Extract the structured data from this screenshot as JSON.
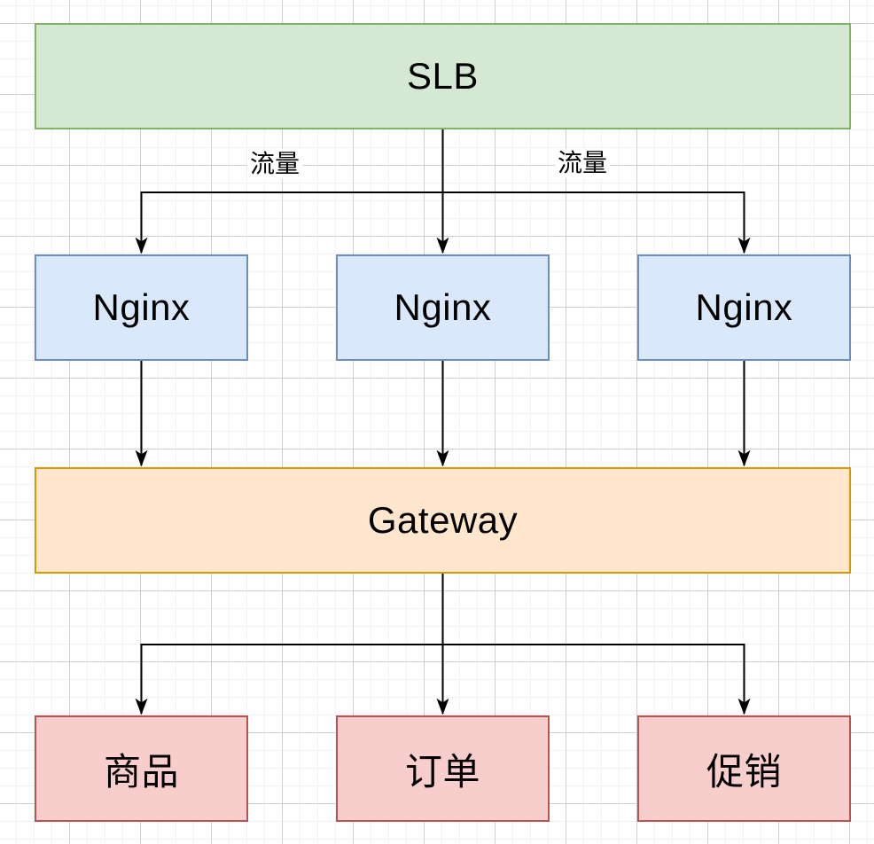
{
  "diagram": {
    "text_color": "#000000",
    "connector_color": "#000000",
    "grid": {
      "minor_color": "#f2f2f2",
      "major_color": "#cfcfcf"
    },
    "nodes": {
      "slb": {
        "label": "SLB",
        "fill": "#d5e8d4",
        "stroke": "#82b366"
      },
      "nginx_left": {
        "label": "Nginx",
        "fill": "#dae8fc",
        "stroke": "#6c8ebf"
      },
      "nginx_middle": {
        "label": "Nginx",
        "fill": "#dae8fc",
        "stroke": "#6c8ebf"
      },
      "nginx_right": {
        "label": "Nginx",
        "fill": "#dae8fc",
        "stroke": "#6c8ebf"
      },
      "gateway": {
        "label": "Gateway",
        "fill": "#ffe6cc",
        "stroke": "#d79b00"
      },
      "product": {
        "label": "商品",
        "fill": "#f8cecc",
        "stroke": "#b85450"
      },
      "order": {
        "label": "订单",
        "fill": "#f8cecc",
        "stroke": "#b85450"
      },
      "promotion": {
        "label": "促销",
        "fill": "#f8cecc",
        "stroke": "#b85450"
      }
    },
    "edge_labels": {
      "left": "流量",
      "right": "流量"
    },
    "edges": [
      {
        "from": "slb",
        "to": "nginx_left",
        "label": "流量"
      },
      {
        "from": "slb",
        "to": "nginx_middle",
        "label": ""
      },
      {
        "from": "slb",
        "to": "nginx_right",
        "label": "流量"
      },
      {
        "from": "nginx_left",
        "to": "gateway",
        "label": ""
      },
      {
        "from": "nginx_middle",
        "to": "gateway",
        "label": ""
      },
      {
        "from": "nginx_right",
        "to": "gateway",
        "label": ""
      },
      {
        "from": "gateway",
        "to": "product",
        "label": ""
      },
      {
        "from": "gateway",
        "to": "order",
        "label": ""
      },
      {
        "from": "gateway",
        "to": "promotion",
        "label": ""
      }
    ]
  }
}
